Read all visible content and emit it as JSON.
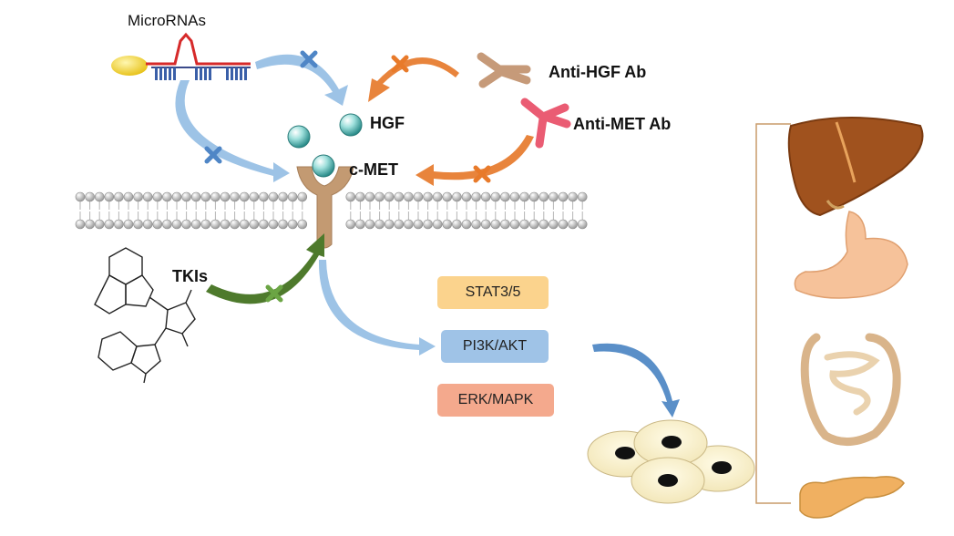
{
  "labels": {
    "micrornas": "MicroRNAs",
    "hgf": "HGF",
    "cmet": "c-MET",
    "anti_hgf": "Anti-HGF Ab",
    "anti_met": "Anti-MET Ab",
    "tkis": "TKIs"
  },
  "pathways": [
    {
      "label": "STAT3/5",
      "color": "#FBD38D"
    },
    {
      "label": "PI3K/AKT",
      "color": "#9FC3E7"
    },
    {
      "label": "ERK/MAPK",
      "color": "#F4A98D"
    }
  ],
  "colors": {
    "blue_arrow": "#9DC3E6",
    "orange_arrow": "#E8843C",
    "green_arrow": "#4E7A2C",
    "receptor": "#C39A72",
    "membrane": "#CFCFCF",
    "organ_liver": "#A0521E",
    "organ_gi": "#F6C29A",
    "inhibit_mark_blue": "#4F86C6",
    "inhibit_mark_orange": "#E87A2A",
    "inhibit_mark_green": "#6BA544"
  }
}
